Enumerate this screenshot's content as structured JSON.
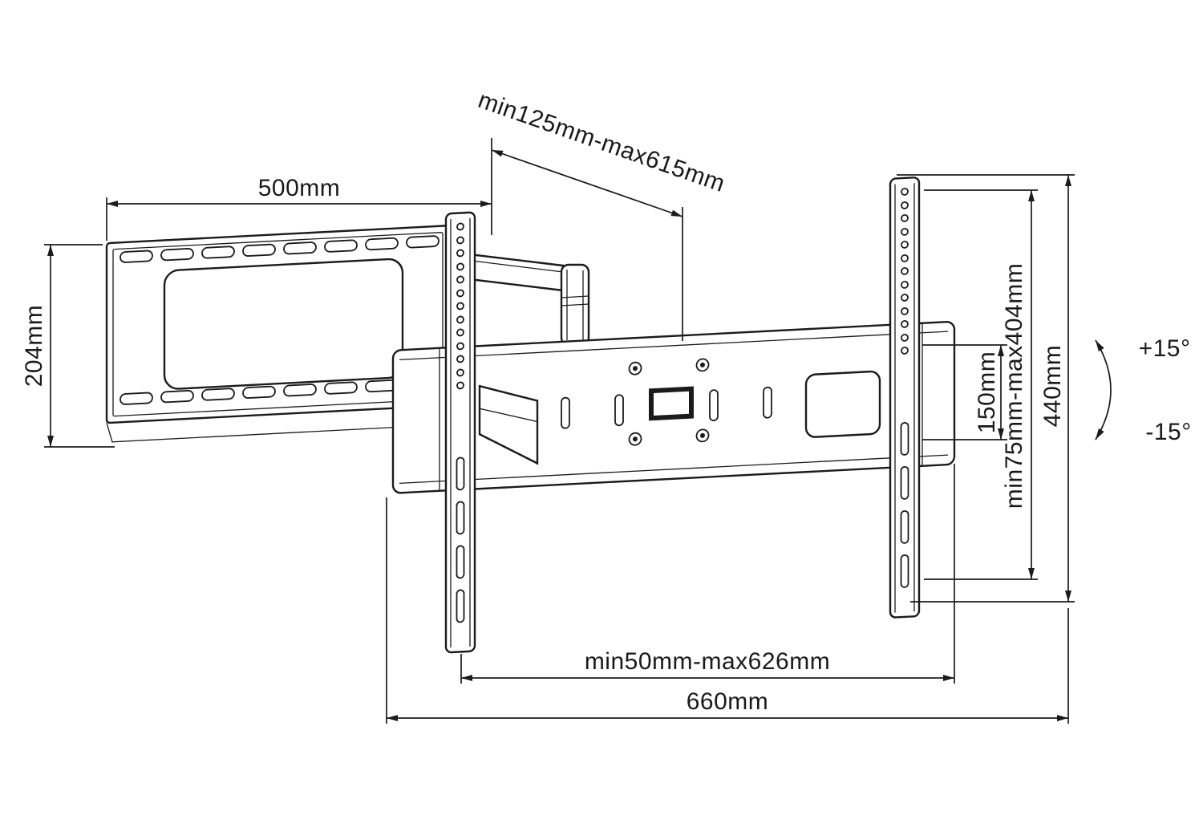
{
  "diagram": {
    "stroke_color": "#1b1b1b",
    "background_color": "#ffffff",
    "dimensions": {
      "wall_plate_width": "500mm",
      "wall_plate_height": "204mm",
      "extension_depth_range": "min125mm-max615mm",
      "vesa_spacing": "150mm",
      "vesa_vertical_range": "min75mm-max404mm",
      "bracket_height": "440mm",
      "tilt_up": "+15°",
      "tilt_down": "-15°",
      "horizontal_adjust_range": "min50mm-max626mm",
      "crossbar_width": "660mm"
    }
  }
}
